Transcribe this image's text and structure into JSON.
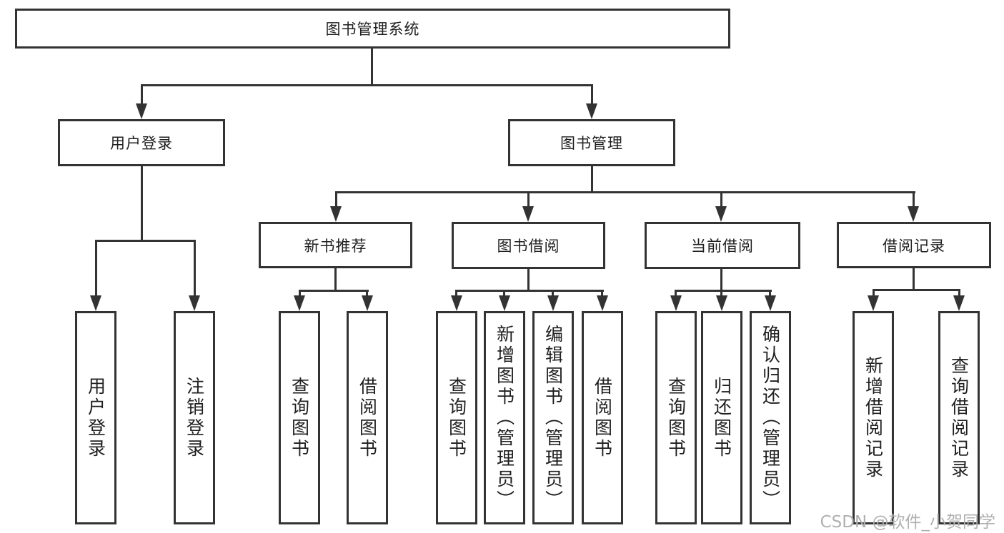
{
  "colors": {
    "line": "#333333",
    "text": "#1f1f1f",
    "background": "#ffffff",
    "watermark": "#b0b0b0"
  },
  "watermark": {
    "text": "CSDN @软件_小贺同学"
  },
  "tree": {
    "root": {
      "label": "图书管理系统"
    },
    "children": [
      {
        "label": "用户登录",
        "children": [
          {
            "label": "用户登录"
          },
          {
            "label": "注销登录"
          }
        ]
      },
      {
        "label": "图书管理",
        "children": [
          {
            "label": "新书推荐",
            "children": [
              {
                "label": "查询图书"
              },
              {
                "label": "借阅图书"
              }
            ]
          },
          {
            "label": "图书借阅",
            "children": [
              {
                "label": "查询图书"
              },
              {
                "label": "新增图书（管理员）"
              },
              {
                "label": "编辑图书（管理员）"
              },
              {
                "label": "借阅图书"
              }
            ]
          },
          {
            "label": "当前借阅",
            "children": [
              {
                "label": "查询图书"
              },
              {
                "label": "归还图书"
              },
              {
                "label": "确认归还（管理员）"
              }
            ]
          },
          {
            "label": "借阅记录",
            "children": [
              {
                "label": "新增借阅记录"
              },
              {
                "label": "查询借阅记录"
              }
            ]
          }
        ]
      }
    ]
  }
}
